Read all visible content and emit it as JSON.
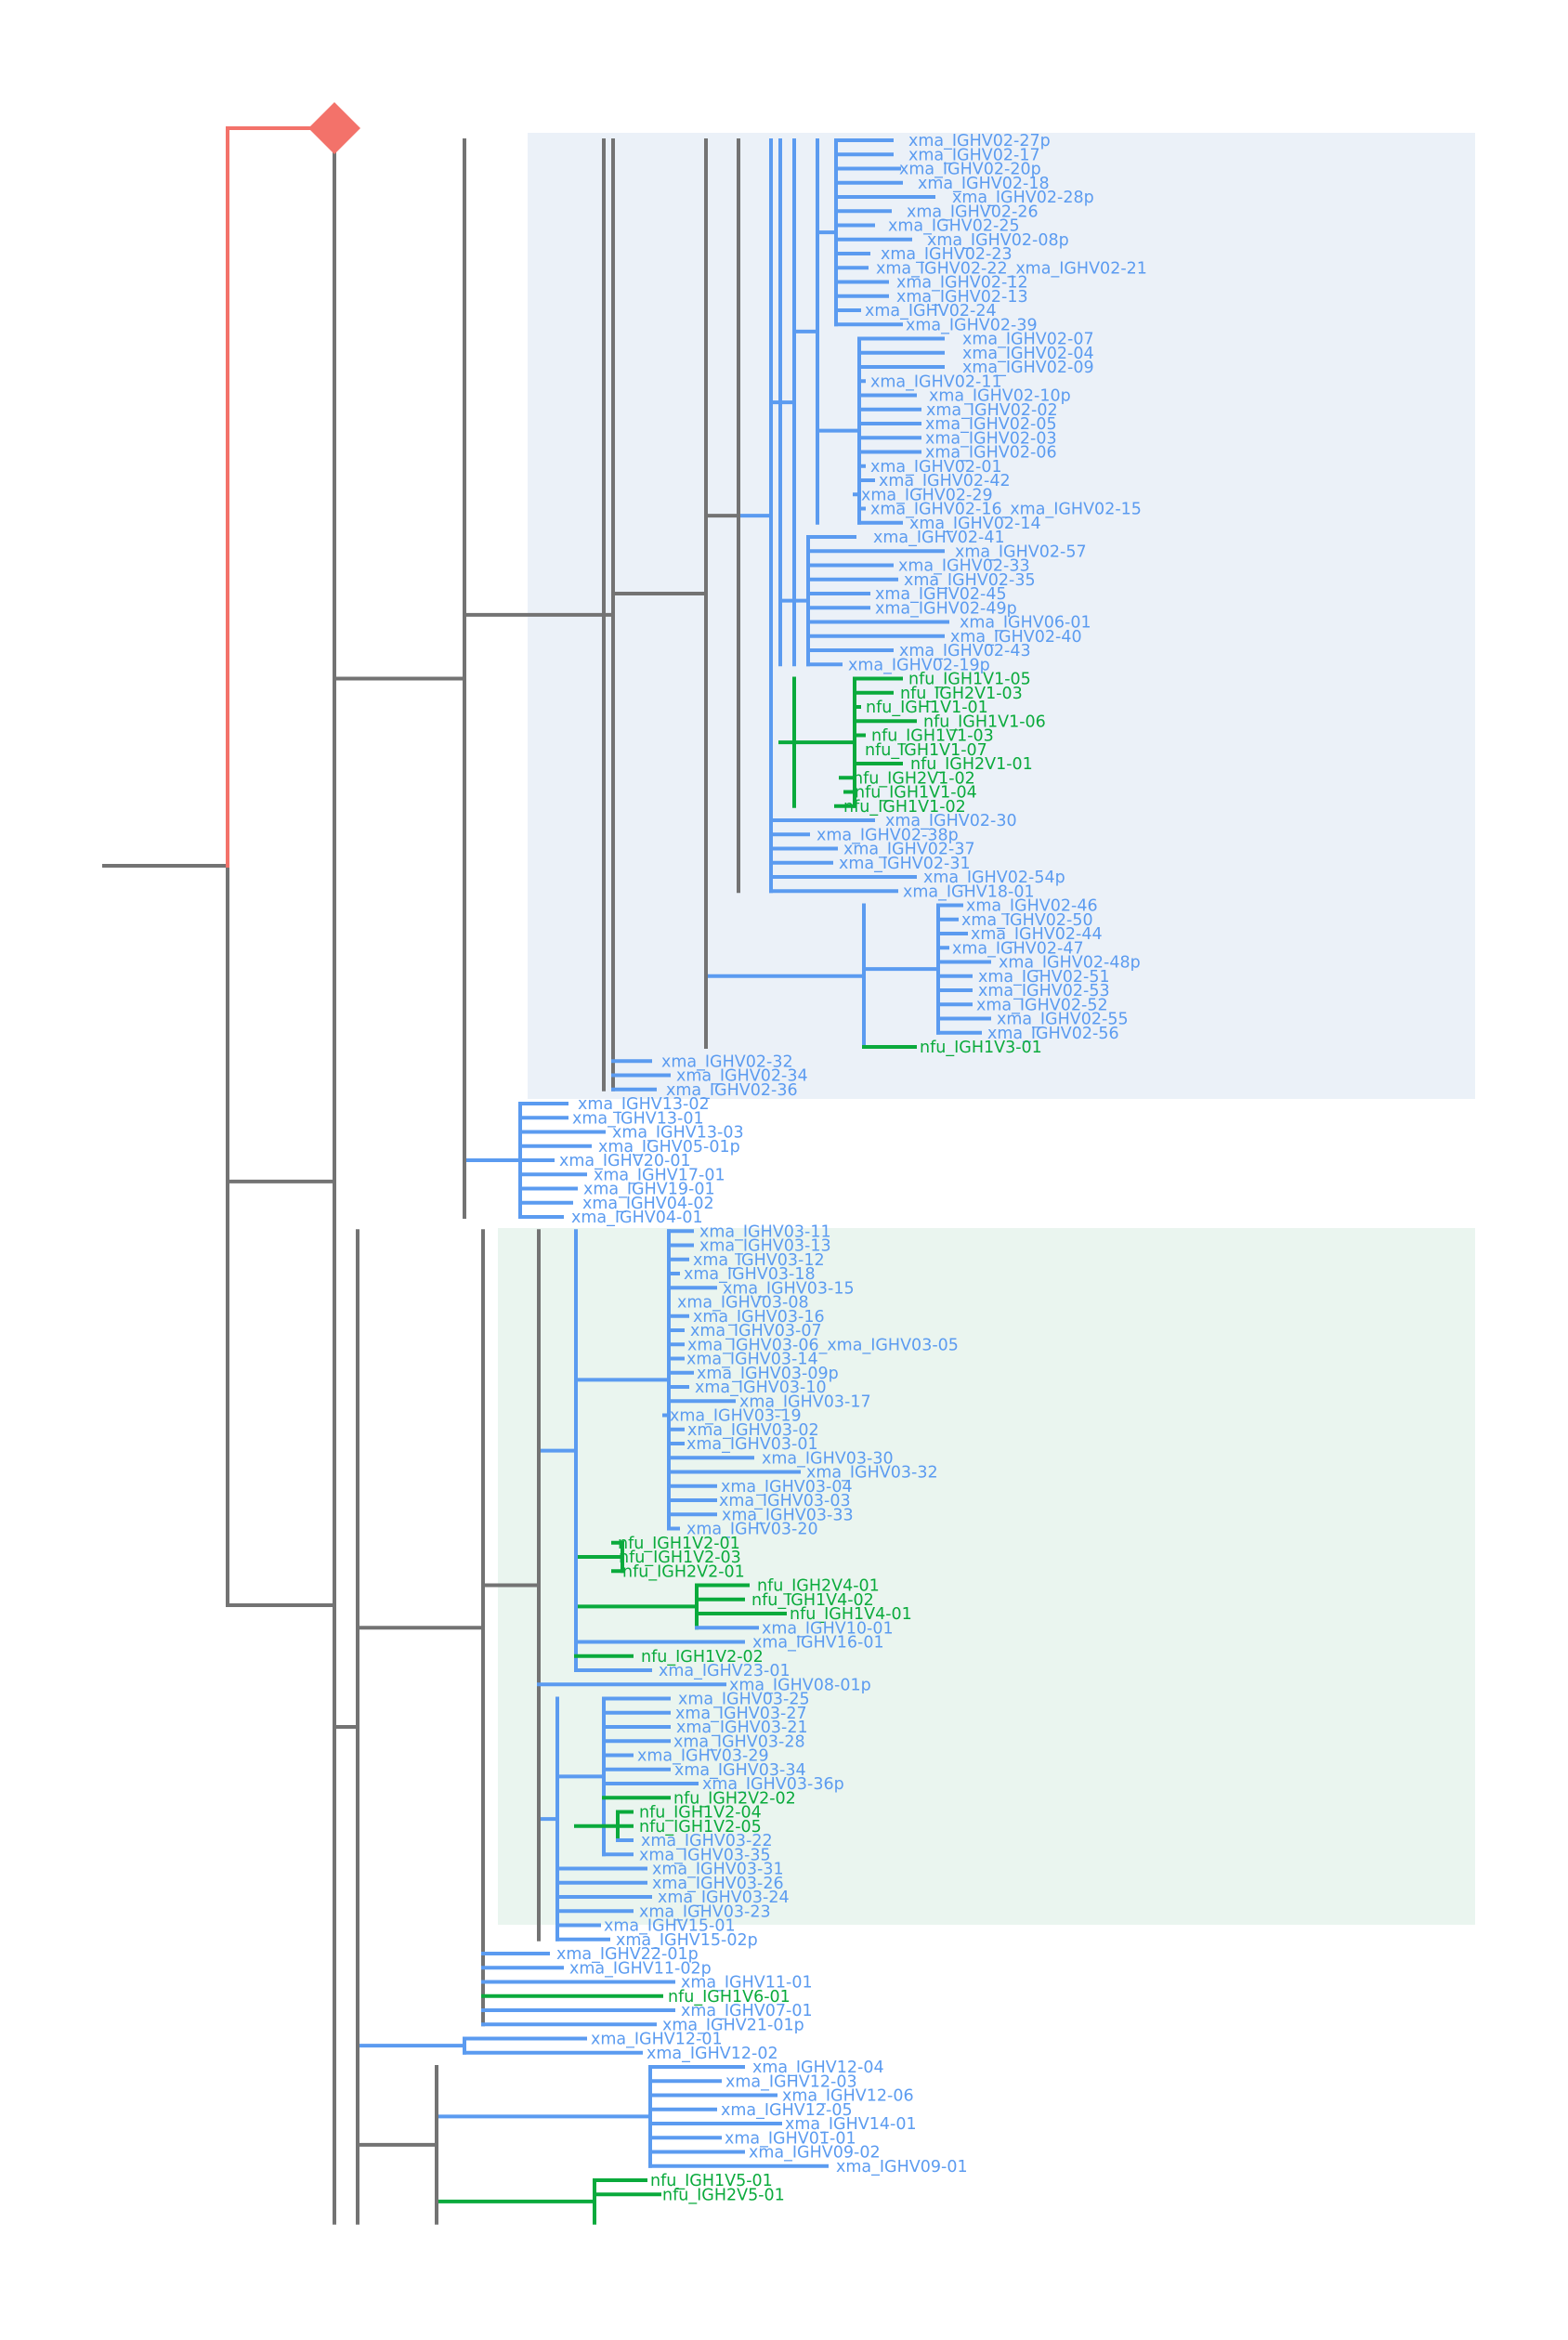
{
  "colors": {
    "xma": "#5b9bf0",
    "nfu": "#0aaa3c",
    "internal": "#737373",
    "outgroup": "#f3726a",
    "region_upper": "#ebf1f8",
    "region_lower": "#eaf5ef"
  },
  "outgroup_marker": "diamond",
  "tree": {
    "leaves": [
      {
        "name": "xma_IGHV02-27p",
        "group": "xma"
      },
      {
        "name": "xma_IGHV02-17",
        "group": "xma"
      },
      {
        "name": "xma_IGHV02-20p",
        "group": "xma"
      },
      {
        "name": "xma_IGHV02-18",
        "group": "xma"
      },
      {
        "name": "xma_IGHV02-28p",
        "group": "xma"
      },
      {
        "name": "xma_IGHV02-26",
        "group": "xma"
      },
      {
        "name": "xma_IGHV02-25",
        "group": "xma"
      },
      {
        "name": "xma_IGHV02-08p",
        "group": "xma"
      },
      {
        "name": "xma_IGHV02-23",
        "group": "xma"
      },
      {
        "name": "xma_IGHV02-22_xma_IGHV02-21",
        "group": "xma"
      },
      {
        "name": "xma_IGHV02-12",
        "group": "xma"
      },
      {
        "name": "xma_IGHV02-13",
        "group": "xma"
      },
      {
        "name": "xma_IGHV02-24",
        "group": "xma"
      },
      {
        "name": "xma_IGHV02-39",
        "group": "xma"
      },
      {
        "name": "xma_IGHV02-07",
        "group": "xma"
      },
      {
        "name": "xma_IGHV02-04",
        "group": "xma"
      },
      {
        "name": "xma_IGHV02-09",
        "group": "xma"
      },
      {
        "name": "xma_IGHV02-11",
        "group": "xma"
      },
      {
        "name": "xma_IGHV02-10p",
        "group": "xma"
      },
      {
        "name": "xma_IGHV02-02",
        "group": "xma"
      },
      {
        "name": "xma_IGHV02-05",
        "group": "xma"
      },
      {
        "name": "xma_IGHV02-03",
        "group": "xma"
      },
      {
        "name": "xma_IGHV02-06",
        "group": "xma"
      },
      {
        "name": "xma_IGHV02-01",
        "group": "xma"
      },
      {
        "name": "xma_IGHV02-42",
        "group": "xma"
      },
      {
        "name": "xma_IGHV02-29",
        "group": "xma"
      },
      {
        "name": "xma_IGHV02-16_xma_IGHV02-15",
        "group": "xma"
      },
      {
        "name": "xma_IGHV02-14",
        "group": "xma"
      },
      {
        "name": "xma_IGHV02-41",
        "group": "xma"
      },
      {
        "name": "xma_IGHV02-57",
        "group": "xma"
      },
      {
        "name": "xma_IGHV02-33",
        "group": "xma"
      },
      {
        "name": "xma_IGHV02-35",
        "group": "xma"
      },
      {
        "name": "xma_IGHV02-45",
        "group": "xma"
      },
      {
        "name": "xma_IGHV02-49p",
        "group": "xma"
      },
      {
        "name": "xma_IGHV06-01",
        "group": "xma"
      },
      {
        "name": "xma_IGHV02-40",
        "group": "xma"
      },
      {
        "name": "xma_IGHV02-43",
        "group": "xma"
      },
      {
        "name": "xma_IGHV02-19p",
        "group": "xma"
      },
      {
        "name": "nfu_IGH1V1-05",
        "group": "nfu"
      },
      {
        "name": "nfu_IGH2V1-03",
        "group": "nfu"
      },
      {
        "name": "nfu_IGH1V1-01",
        "group": "nfu"
      },
      {
        "name": "nfu_IGH1V1-06",
        "group": "nfu"
      },
      {
        "name": "nfu_IGH1V1-03",
        "group": "nfu"
      },
      {
        "name": "nfu_IGH1V1-07",
        "group": "nfu"
      },
      {
        "name": "nfu_IGH2V1-01",
        "group": "nfu"
      },
      {
        "name": "nfu_IGH2V1-02",
        "group": "nfu"
      },
      {
        "name": "nfu_IGH1V1-04",
        "group": "nfu"
      },
      {
        "name": "nfu_IGH1V1-02",
        "group": "nfu"
      },
      {
        "name": "xma_IGHV02-30",
        "group": "xma"
      },
      {
        "name": "xma_IGHV02-38p",
        "group": "xma"
      },
      {
        "name": "xma_IGHV02-37",
        "group": "xma"
      },
      {
        "name": "xma_IGHV02-31",
        "group": "xma"
      },
      {
        "name": "xma_IGHV02-54p",
        "group": "xma"
      },
      {
        "name": "xma_IGHV18-01",
        "group": "xma"
      },
      {
        "name": "xma_IGHV02-46",
        "group": "xma"
      },
      {
        "name": "xma_IGHV02-50",
        "group": "xma"
      },
      {
        "name": "xma_IGHV02-44",
        "group": "xma"
      },
      {
        "name": "xma_IGHV02-47",
        "group": "xma"
      },
      {
        "name": "xma_IGHV02-48p",
        "group": "xma"
      },
      {
        "name": "xma_IGHV02-51",
        "group": "xma"
      },
      {
        "name": "xma_IGHV02-53",
        "group": "xma"
      },
      {
        "name": "xma_IGHV02-52",
        "group": "xma"
      },
      {
        "name": "xma_IGHV02-55",
        "group": "xma"
      },
      {
        "name": "xma_IGHV02-56",
        "group": "xma"
      },
      {
        "name": "nfu_IGH1V3-01",
        "group": "nfu"
      },
      {
        "name": "xma_IGHV02-32",
        "group": "xma"
      },
      {
        "name": "xma_IGHV02-34",
        "group": "xma"
      },
      {
        "name": "xma_IGHV02-36",
        "group": "xma"
      },
      {
        "name": "xma_IGHV13-02",
        "group": "xma"
      },
      {
        "name": "xma_IGHV13-01",
        "group": "xma"
      },
      {
        "name": "xma_IGHV13-03",
        "group": "xma"
      },
      {
        "name": "xma_IGHV05-01p",
        "group": "xma"
      },
      {
        "name": "xma_IGHV20-01",
        "group": "xma"
      },
      {
        "name": "xma_IGHV17-01",
        "group": "xma"
      },
      {
        "name": "xma_IGHV19-01",
        "group": "xma"
      },
      {
        "name": "xma_IGHV04-02",
        "group": "xma"
      },
      {
        "name": "xma_IGHV04-01",
        "group": "xma"
      },
      {
        "name": "xma_IGHV03-11",
        "group": "xma"
      },
      {
        "name": "xma_IGHV03-13",
        "group": "xma"
      },
      {
        "name": "xma_IGHV03-12",
        "group": "xma"
      },
      {
        "name": "xma_IGHV03-18",
        "group": "xma"
      },
      {
        "name": "xma_IGHV03-15",
        "group": "xma"
      },
      {
        "name": "xma_IGHV03-08",
        "group": "xma"
      },
      {
        "name": "xma_IGHV03-16",
        "group": "xma"
      },
      {
        "name": "xma_IGHV03-07",
        "group": "xma"
      },
      {
        "name": "xma_IGHV03-06_xma_IGHV03-05",
        "group": "xma"
      },
      {
        "name": "xma_IGHV03-14",
        "group": "xma"
      },
      {
        "name": "xma_IGHV03-09p",
        "group": "xma"
      },
      {
        "name": "xma_IGHV03-10",
        "group": "xma"
      },
      {
        "name": "xma_IGHV03-17",
        "group": "xma"
      },
      {
        "name": "xma_IGHV03-19",
        "group": "xma"
      },
      {
        "name": "xma_IGHV03-02",
        "group": "xma"
      },
      {
        "name": "xma_IGHV03-01",
        "group": "xma"
      },
      {
        "name": "xma_IGHV03-30",
        "group": "xma"
      },
      {
        "name": "xma_IGHV03-32",
        "group": "xma"
      },
      {
        "name": "xma_IGHV03-04",
        "group": "xma"
      },
      {
        "name": "xma_IGHV03-03",
        "group": "xma"
      },
      {
        "name": "xma_IGHV03-33",
        "group": "xma"
      },
      {
        "name": "xma_IGHV03-20",
        "group": "xma"
      },
      {
        "name": "nfu_IGH1V2-01",
        "group": "nfu"
      },
      {
        "name": "nfu_IGH1V2-03",
        "group": "nfu"
      },
      {
        "name": "nfu_IGH2V2-01",
        "group": "nfu"
      },
      {
        "name": "nfu_IGH2V4-01",
        "group": "nfu"
      },
      {
        "name": "nfu_IGH1V4-02",
        "group": "nfu"
      },
      {
        "name": "nfu_IGH1V4-01",
        "group": "nfu"
      },
      {
        "name": "xma_IGHV10-01",
        "group": "xma"
      },
      {
        "name": "xma_IGHV16-01",
        "group": "xma"
      },
      {
        "name": "nfu_IGH1V2-02",
        "group": "nfu"
      },
      {
        "name": "xma_IGHV23-01",
        "group": "xma"
      },
      {
        "name": "xma_IGHV08-01p",
        "group": "xma"
      },
      {
        "name": "xma_IGHV03-25",
        "group": "xma"
      },
      {
        "name": "xma_IGHV03-27",
        "group": "xma"
      },
      {
        "name": "xma_IGHV03-21",
        "group": "xma"
      },
      {
        "name": "xma_IGHV03-28",
        "group": "xma"
      },
      {
        "name": "xma_IGHV03-29",
        "group": "xma"
      },
      {
        "name": "xma_IGHV03-34",
        "group": "xma"
      },
      {
        "name": "xma_IGHV03-36p",
        "group": "xma"
      },
      {
        "name": "nfu_IGH2V2-02",
        "group": "nfu"
      },
      {
        "name": "nfu_IGH1V2-04",
        "group": "nfu"
      },
      {
        "name": "nfu_IGH1V2-05",
        "group": "nfu"
      },
      {
        "name": "xma_IGHV03-22",
        "group": "xma"
      },
      {
        "name": "xma_IGHV03-35",
        "group": "xma"
      },
      {
        "name": "xma_IGHV03-31",
        "group": "xma"
      },
      {
        "name": "xma_IGHV03-26",
        "group": "xma"
      },
      {
        "name": "xma_IGHV03-24",
        "group": "xma"
      },
      {
        "name": "xma_IGHV03-23",
        "group": "xma"
      },
      {
        "name": "xma_IGHV15-01",
        "group": "xma"
      },
      {
        "name": "xma_IGHV15-02p",
        "group": "xma"
      },
      {
        "name": "xma_IGHV22-01p",
        "group": "xma"
      },
      {
        "name": "xma_IGHV11-02p",
        "group": "xma"
      },
      {
        "name": "xma_IGHV11-01",
        "group": "xma"
      },
      {
        "name": "nfu_IGH1V6-01",
        "group": "nfu"
      },
      {
        "name": "xma_IGHV07-01",
        "group": "xma"
      },
      {
        "name": "xma_IGHV21-01p",
        "group": "xma"
      },
      {
        "name": "xma_IGHV12-01",
        "group": "xma"
      },
      {
        "name": "xma_IGHV12-02",
        "group": "xma"
      },
      {
        "name": "xma_IGHV12-04",
        "group": "xma"
      },
      {
        "name": "xma_IGHV12-03",
        "group": "xma"
      },
      {
        "name": "xma_IGHV12-06",
        "group": "xma"
      },
      {
        "name": "xma_IGHV12-05",
        "group": "xma"
      },
      {
        "name": "xma_IGHV14-01",
        "group": "xma"
      },
      {
        "name": "xma_IGHV01-01",
        "group": "xma"
      },
      {
        "name": "xma_IGHV09-02",
        "group": "xma"
      },
      {
        "name": "xma_IGHV09-01",
        "group": "xma"
      },
      {
        "name": "nfu_IGH1V5-01",
        "group": "nfu"
      },
      {
        "name": "nfu_IGH2V5-01",
        "group": "nfu"
      }
    ]
  }
}
